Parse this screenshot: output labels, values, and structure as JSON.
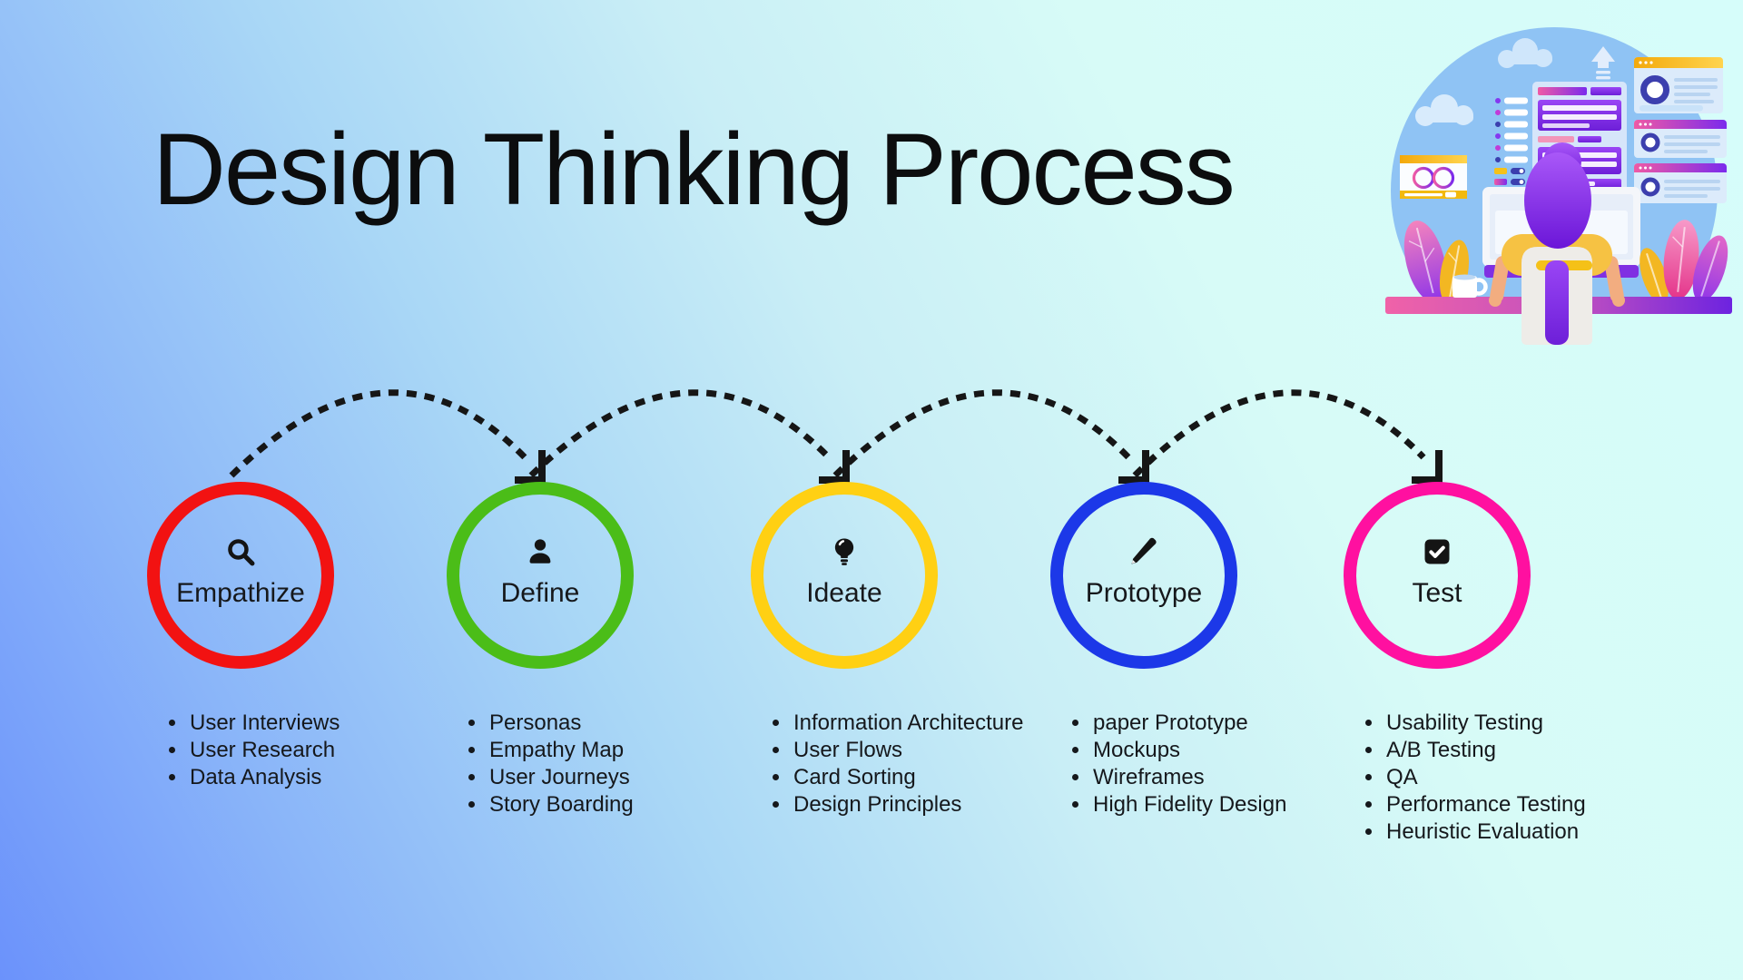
{
  "page": {
    "title": "Design Thinking Process"
  },
  "background": {
    "gradient_from": "#6b92fb",
    "gradient_mid": "#c9eef6",
    "gradient_to": "#d6fdfa"
  },
  "connectors": {
    "style": "dashed-arc",
    "color": "#161616",
    "count": 4
  },
  "stages": [
    {
      "label": "Empathize",
      "ring_color": "#f21212",
      "icon": "search-icon",
      "items": [
        "User Interviews",
        "User Research",
        "Data Analysis"
      ]
    },
    {
      "label": "Define",
      "ring_color": "#4bbd18",
      "icon": "person-icon",
      "items": [
        "Personas",
        "Empathy Map",
        "User Journeys",
        "Story Boarding"
      ]
    },
    {
      "label": "Ideate",
      "ring_color": "#ffd013",
      "icon": "lightbulb-icon",
      "items": [
        "Information Architecture",
        "User Flows",
        "Card Sorting",
        "Design Principles"
      ]
    },
    {
      "label": "Prototype",
      "ring_color": "#1c38e8",
      "icon": "pencil-icon",
      "items": [
        "paper Prototype",
        "Mockups",
        "Wireframes",
        "High Fidelity Design"
      ]
    },
    {
      "label": "Test",
      "ring_color": "#ff10a0",
      "icon": "check-square-icon",
      "items": [
        "Usability Testing",
        "A/B Testing",
        "QA",
        "Performance Testing",
        "Heuristic Evaluation"
      ]
    }
  ],
  "illustration": {
    "name": "person-working-at-desk",
    "alt": "Person with purple hair at a desk with monitor, dashboards and plants"
  }
}
